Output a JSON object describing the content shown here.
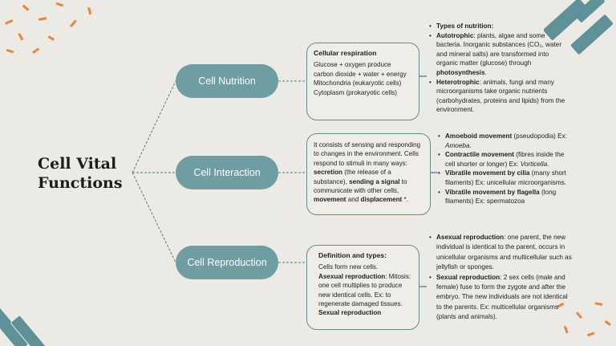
{
  "title": "Cell Vital Functions",
  "branches": [
    {
      "label": "Cell Nutrition",
      "box": {
        "heading": "Cellular respiration",
        "lines": [
          "Glucose + oxygen produce carbon dioxide + water + energy",
          "Mitochondria (eukaryotic cells)",
          "Cytoplasm (prokaryotic cells)"
        ]
      },
      "side": [
        {
          "parts": [
            {
              "t": "Types of nutrition:",
              "s": "b"
            }
          ]
        },
        {
          "parts": [
            {
              "t": "Autotrophic",
              "s": "b"
            },
            {
              "t": ": plants, algae and some bacteria. Inorganic substances (CO₂, water and mineral salts) are transformed into organic matter (glucose) through ",
              "s": ""
            },
            {
              "t": "photosynthesis",
              "s": "b"
            },
            {
              "t": ".",
              "s": ""
            }
          ]
        },
        {
          "parts": [
            {
              "t": "Heterotrophic",
              "s": "b"
            },
            {
              "t": ": animals, fungi and many microorganisms take organic nutrients (carbohydrates, proteins and lipids) from the environment.",
              "s": ""
            }
          ]
        }
      ]
    },
    {
      "label": "Cell Interaction",
      "box": {
        "heading": "",
        "parts": [
          {
            "t": "It consists of sensing and responding to changes in the environment. Cells respond to stimuli in many ways: ",
            "s": ""
          },
          {
            "t": "secretion",
            "s": "b"
          },
          {
            "t": " (the release of a substance), ",
            "s": ""
          },
          {
            "t": "sending a signal",
            "s": "b"
          },
          {
            "t": " to communicate with other cells, ",
            "s": ""
          },
          {
            "t": "movement",
            "s": "b"
          },
          {
            "t": " and ",
            "s": ""
          },
          {
            "t": "displacement",
            "s": "b"
          },
          {
            "t": " *.",
            "s": ""
          }
        ]
      },
      "side": [
        {
          "parts": [
            {
              "t": "Amoeboid movement",
              "s": "b"
            },
            {
              "t": " (pseudopodia) Ex: ",
              "s": ""
            },
            {
              "t": "Amoeba",
              "s": "i"
            },
            {
              "t": ".",
              "s": ""
            }
          ]
        },
        {
          "parts": [
            {
              "t": "Contractile movement",
              "s": "b"
            },
            {
              "t": " (fibres inside the cell shorter or longer) Ex: ",
              "s": ""
            },
            {
              "t": "Vorticella",
              "s": "i"
            },
            {
              "t": ".",
              "s": ""
            }
          ]
        },
        {
          "parts": [
            {
              "t": "Vibratile movement by cilia",
              "s": "b"
            },
            {
              "t": " (many short filaments) Ex: unicellular microorganisms.",
              "s": ""
            }
          ]
        },
        {
          "parts": [
            {
              "t": "Vibratile movement by flagella",
              "s": "b"
            },
            {
              "t": " (long filaments) Ex: spermatozoa",
              "s": ""
            }
          ]
        }
      ]
    },
    {
      "label": "Cell Reproduction",
      "box": {
        "heading": "Definition and types:",
        "parts": [
          {
            "t": "Cells form new cells.",
            "s": "",
            "br": true
          },
          {
            "t": "Asexual reproduction",
            "s": "b"
          },
          {
            "t": ": Mitosis: one cell multiplies to produce new identical cells. Ex: to regenerate damaged tissues.",
            "s": "",
            "br": true
          },
          {
            "t": "Sexual reproduction",
            "s": "b"
          }
        ]
      },
      "side": [
        {
          "parts": [
            {
              "t": "Asexual reproduction",
              "s": "b"
            },
            {
              "t": ": one parent, the new individual is identical to the parent, occurs in unicellular organisms and multicellular such as jellyfish or sponges.",
              "s": ""
            }
          ]
        },
        {
          "parts": [
            {
              "t": "Sexual reproduction",
              "s": "b"
            },
            {
              "t": ": 2 sex cells (male and female) fuse to form the zygote and after the embryo. The new individuals are not identical to the parents. Ex: multicellular organisms (plants and animals).",
              "s": ""
            }
          ]
        }
      ]
    }
  ],
  "colors": {
    "pill": "#6e9ea2",
    "line": "#4f7f84",
    "background": "#eceae4",
    "accent_orange": "#e8873a",
    "accent_teal": "#5e9298"
  }
}
